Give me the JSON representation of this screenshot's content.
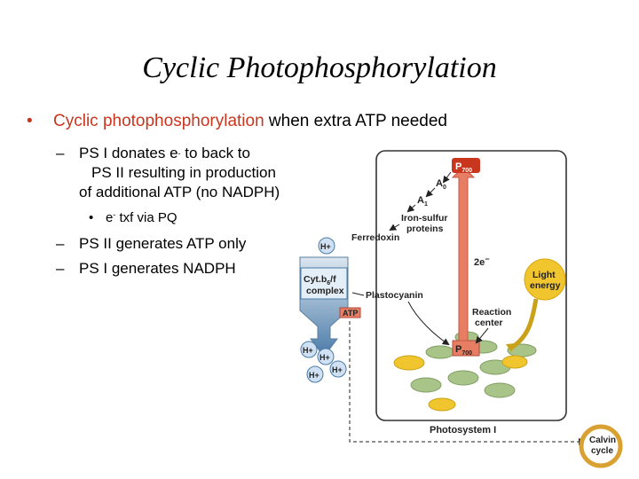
{
  "title": "Cyclic Photophosphorylation",
  "bullet1": {
    "highlight": "Cyclic photophosphorylation",
    "rest": " when extra ATP needed"
  },
  "sub1": {
    "line1_pre": "PS I donates e",
    "line1_sup": "-",
    "line1_post": " to back to",
    "line2": "PS II resulting in production",
    "line3": "of additional ATP (no NADPH)"
  },
  "subsub1": {
    "pre": "e",
    "sup": "-",
    "post": " txf via PQ"
  },
  "sub2": "PS II generates ATP only",
  "sub3": "PS I generates NADPH",
  "diagram": {
    "p700_top": "P",
    "p700_top_sub": "700",
    "a0": "A",
    "a0_sub": "0",
    "a1": "A",
    "a1_sub": "1",
    "iron_sulfur_1": "Iron-sulfur",
    "iron_sulfur_2": "proteins",
    "ferredoxin": "Ferredoxin",
    "electrons": "2e",
    "electrons_sup": "−",
    "light_1": "Light",
    "light_2": "energy",
    "cyt_1": "Cyt.b",
    "cyt_1_sub": "6",
    "cyt_1_post": "/f",
    "cyt_2": "complex",
    "plastocyanin": "Plastocyanin",
    "atp": "ATP",
    "reaction_1": "Reaction",
    "reaction_2": "center",
    "p700_center": "P",
    "p700_center_sub": "700",
    "hplus": "H+",
    "photosystem": "Photosystem I",
    "calvin_1": "Calvin",
    "calvin_2": "cycle"
  },
  "colors": {
    "accent": "#c8361e",
    "orange_arrow": "#e77d63",
    "light_yellow": "#f1c52e",
    "disc_green": "#a9c489",
    "proton_blue": "#cfe1f2"
  }
}
